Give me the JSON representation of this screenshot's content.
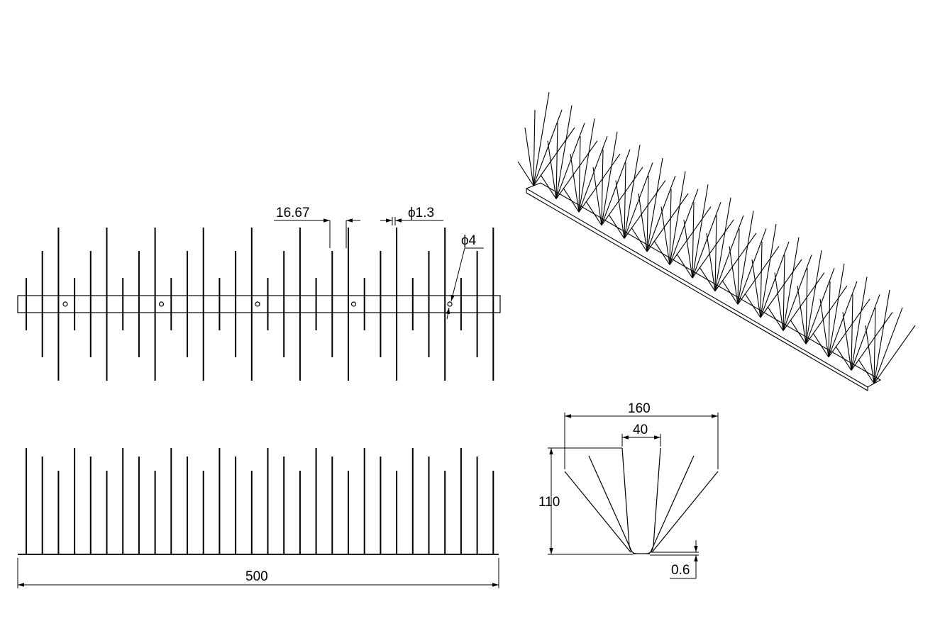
{
  "dimensions": {
    "spacing": "16.67",
    "wire_diameter": "ϕ1.3",
    "hole_diameter": "ϕ4",
    "total_length": "500",
    "spread_width": "160",
    "base_width": "40",
    "height": "110",
    "base_thickness": "0.6"
  },
  "colors": {
    "line": "#000000",
    "background": "#ffffff"
  }
}
